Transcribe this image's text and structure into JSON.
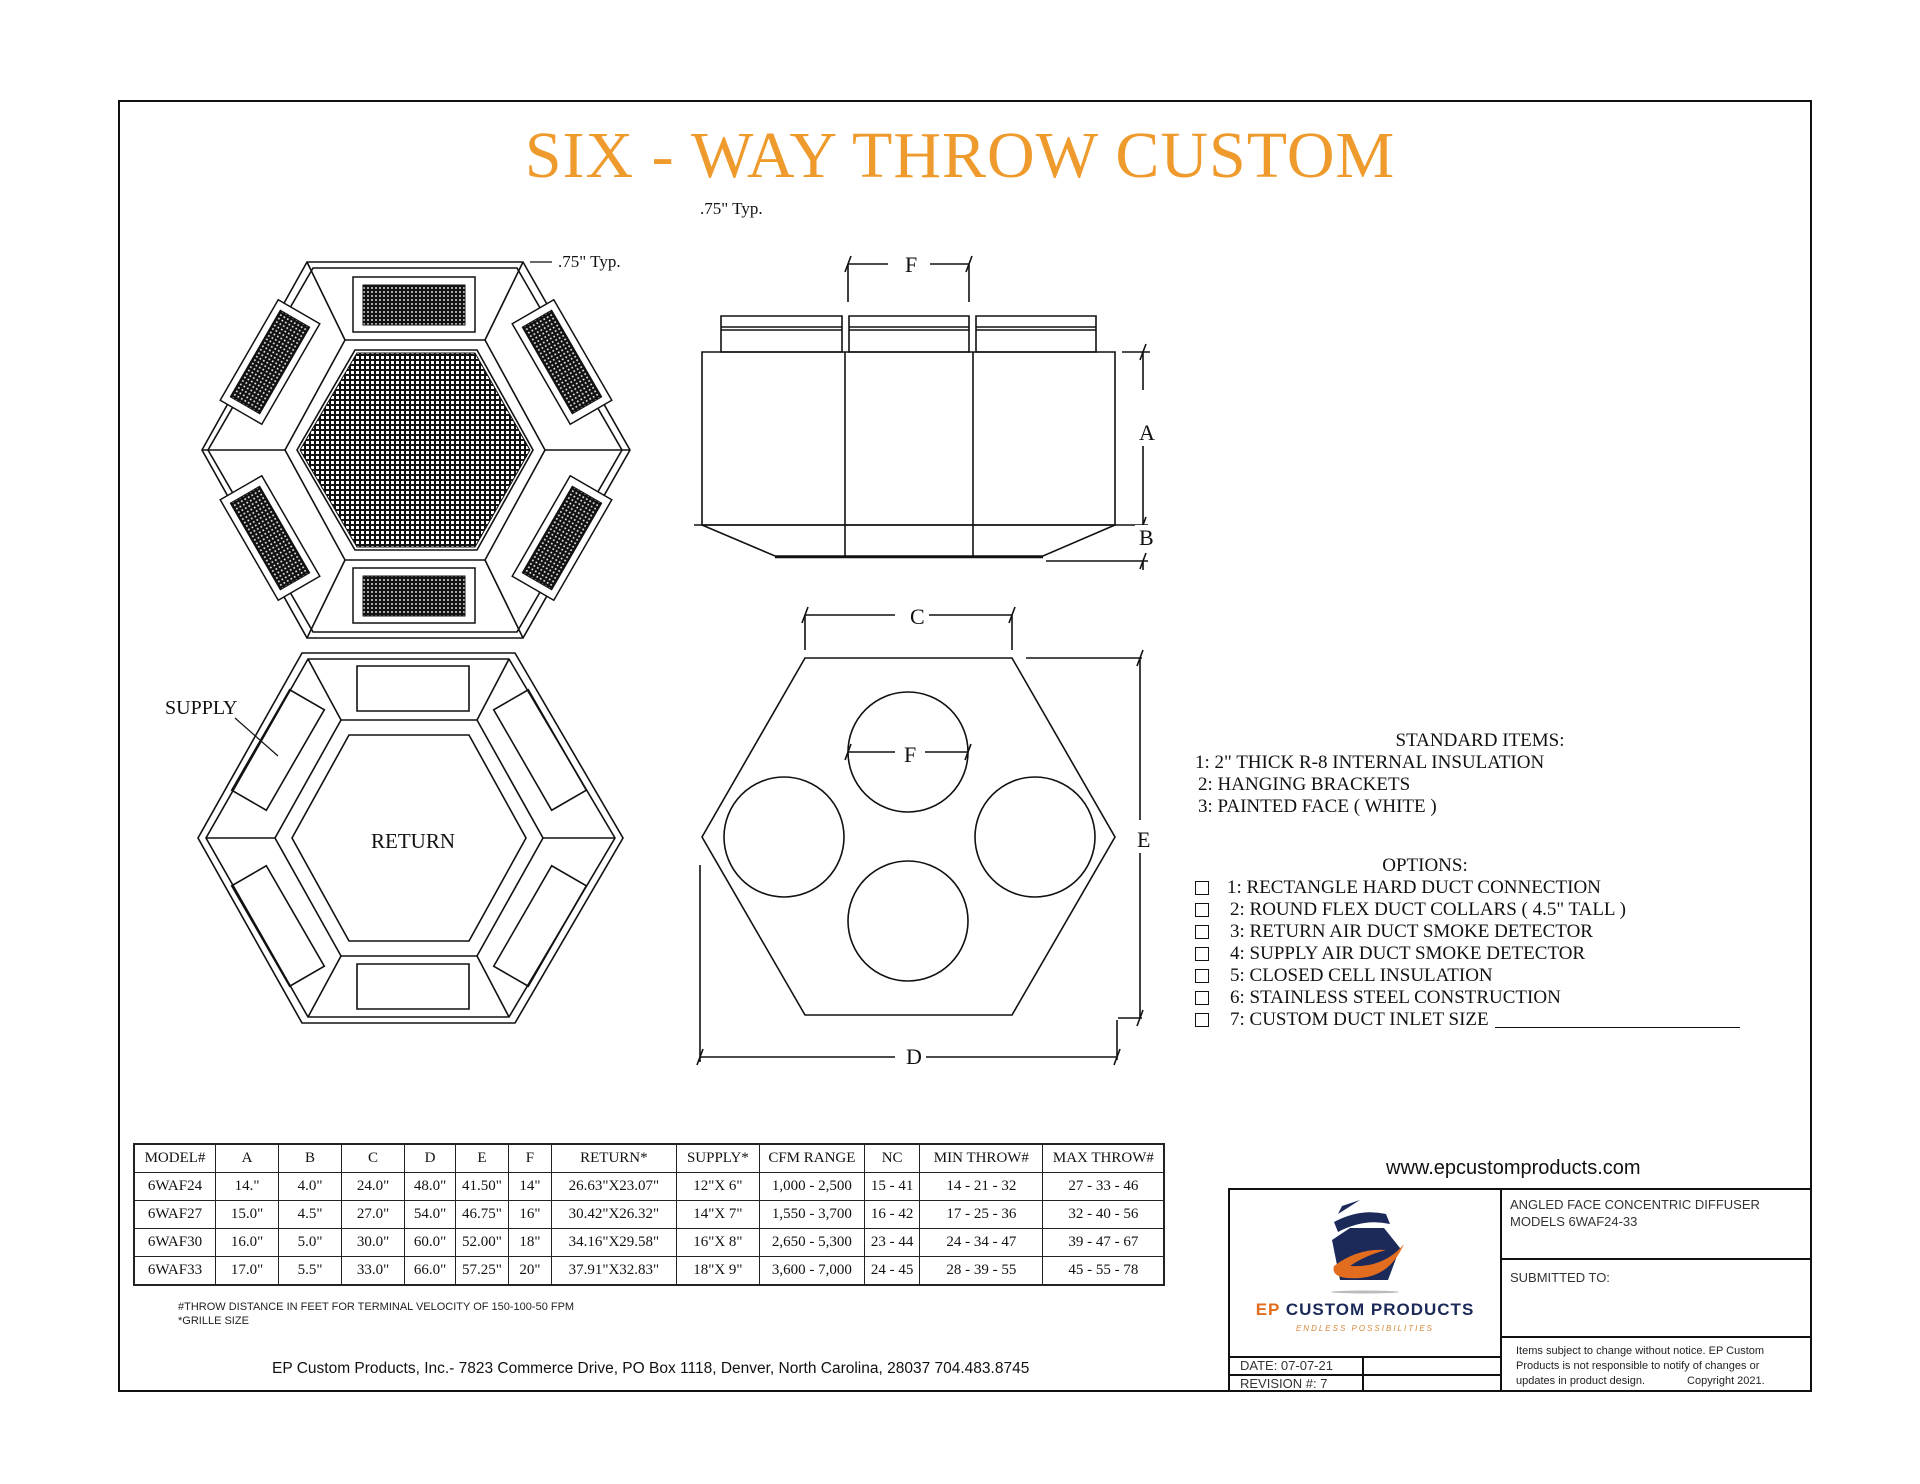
{
  "title": "SIX - WAY THROW CUSTOM",
  "title_color": "#ee9a2c",
  "callouts": {
    "typ_top": ".75\" Typ.",
    "typ_plan": ".75\" Typ.",
    "supply": "SUPPLY",
    "return": "RETURN"
  },
  "dimensions": {
    "side_view": {
      "F": "F",
      "A": "A",
      "B": "B"
    },
    "top_view": {
      "C": "C",
      "F": "F",
      "E": "E",
      "D": "D"
    }
  },
  "standard_items": {
    "heading": "STANDARD ITEMS:",
    "items": [
      "1: 2\" THICK R-8 INTERNAL INSULATION",
      "2: HANGING BRACKETS",
      "3: PAINTED FACE ( WHITE )"
    ]
  },
  "options": {
    "heading": "OPTIONS:",
    "items": [
      "1: RECTANGLE HARD DUCT CONNECTION",
      "2: ROUND FLEX DUCT COLLARS ( 4.5\" TALL )",
      "3: RETURN AIR DUCT SMOKE DETECTOR",
      "4: SUPPLY AIR DUCT SMOKE DETECTOR",
      "5: CLOSED CELL INSULATION",
      "6: STAINLESS STEEL CONSTRUCTION",
      "7: CUSTOM DUCT INLET SIZE"
    ]
  },
  "spec_table": {
    "headers": [
      "MODEL#",
      "A",
      "B",
      "C",
      "D",
      "E",
      "F",
      "RETURN*",
      "SUPPLY*",
      "CFM RANGE",
      "NC",
      "MIN THROW#",
      "MAX THROW#"
    ],
    "rows": [
      [
        "6WAF24",
        "14.\"",
        "4.0\"",
        "24.0\"",
        "48.0\"",
        "41.50\"",
        "14\"",
        "26.63\"X23.07\"",
        "12\"X 6\"",
        "1,000 - 2,500",
        "15 - 41",
        "14 - 21 - 32",
        "27 - 33 - 46"
      ],
      [
        "6WAF27",
        "15.0\"",
        "4.5\"",
        "27.0\"",
        "54.0\"",
        "46.75\"",
        "16\"",
        "30.42\"X26.32\"",
        "14\"X 7\"",
        "1,550 - 3,700",
        "16 - 42",
        "17 - 25 - 36",
        "32 - 40 - 56"
      ],
      [
        "6WAF30",
        "16.0\"",
        "5.0\"",
        "30.0\"",
        "60.0\"",
        "52.00\"",
        "18\"",
        "34.16\"X29.58\"",
        "16\"X 8\"",
        "2,650 - 5,300",
        "23 - 44",
        "24 - 34 - 47",
        "39 - 47 - 67"
      ],
      [
        "6WAF33",
        "17.0\"",
        "5.5\"",
        "33.0\"",
        "66.0\"",
        "57.25\"",
        "20\"",
        "37.91\"X32.83\"",
        "18\"X 9\"",
        "3,600 - 7,000",
        "24 - 45",
        "28 - 39 - 55",
        "45 - 55 - 78"
      ]
    ]
  },
  "footnotes": {
    "throw": "#THROW DISTANCE IN FEET FOR TERMINAL VELOCITY OF 150-100-50 FPM",
    "grille": "*GRILLE SIZE"
  },
  "address": "EP Custom Products, Inc.- 7823 Commerce Drive, PO Box 1118, Denver, North Carolina, 28037    704.483.8745",
  "website": "www.epcustomproducts.com",
  "title_block": {
    "logo_ep": "EP",
    "logo_name": "CUSTOM PRODUCTS",
    "logo_tagline": "ENDLESS  POSSIBILITIES",
    "logo_colors": {
      "navy": "#1c2a5a",
      "orange": "#e36d1e"
    },
    "description_line1": "ANGLED FACE CONCENTRIC DIFFUSER",
    "description_line2": "MODELS  6WAF24-33",
    "submitted_to": "SUBMITTED TO:",
    "disclaimer_line1": "Items subject to change without notice. EP Custom",
    "disclaimer_line2": "Products is not responsible to notify of changes or",
    "disclaimer_line3": "updates in product design.",
    "copyright": "Copyright 2021.",
    "date": "DATE: 07-07-21",
    "revision": "REVISION #:  7"
  }
}
